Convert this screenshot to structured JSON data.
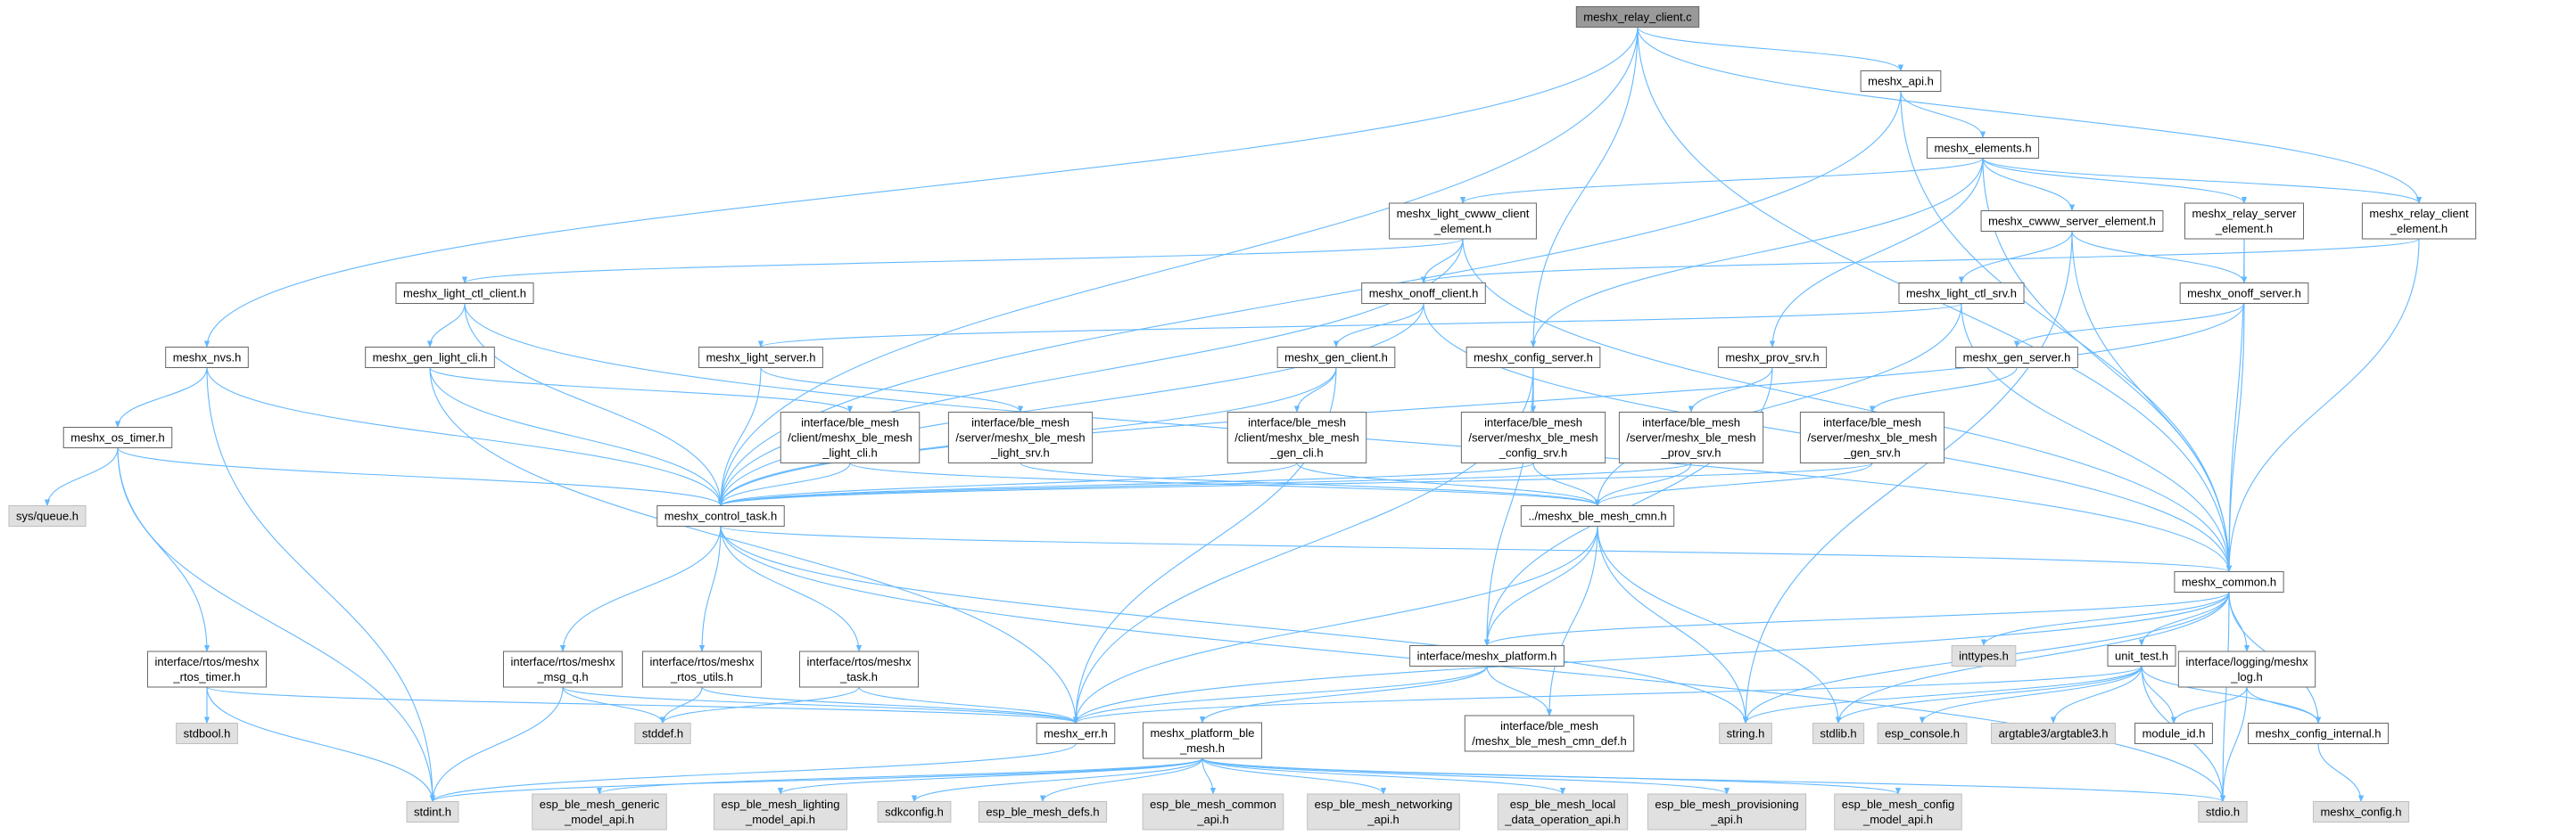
{
  "graph": {
    "root": "n0",
    "colors": {
      "edge": "#63b8ff",
      "box_border": "#666666",
      "box_fill": "#ffffff",
      "root_fill": "#999999",
      "external_fill": "#e0e0e0",
      "text": "#000000"
    },
    "nodes": [
      {
        "id": "n0",
        "lines": [
          "meshx_relay_client.c"
        ],
        "kind": "root"
      },
      {
        "id": "n1",
        "lines": [
          "meshx_api.h"
        ],
        "kind": "file"
      },
      {
        "id": "n2",
        "lines": [
          "meshx_elements.h"
        ],
        "kind": "file"
      },
      {
        "id": "n3",
        "lines": [
          "meshx_light_cwww_client",
          "_element.h"
        ],
        "kind": "file"
      },
      {
        "id": "n4",
        "lines": [
          "meshx_cwww_server_element.h"
        ],
        "kind": "file"
      },
      {
        "id": "n5",
        "lines": [
          "meshx_relay_server",
          "_element.h"
        ],
        "kind": "file"
      },
      {
        "id": "n6",
        "lines": [
          "meshx_relay_client",
          "_element.h"
        ],
        "kind": "file"
      },
      {
        "id": "n7",
        "lines": [
          "meshx_light_ctl_client.h"
        ],
        "kind": "file"
      },
      {
        "id": "n8",
        "lines": [
          "meshx_onoff_client.h"
        ],
        "kind": "file"
      },
      {
        "id": "n9",
        "lines": [
          "meshx_light_ctl_srv.h"
        ],
        "kind": "file"
      },
      {
        "id": "n10",
        "lines": [
          "meshx_onoff_server.h"
        ],
        "kind": "file"
      },
      {
        "id": "n11",
        "lines": [
          "meshx_nvs.h"
        ],
        "kind": "file"
      },
      {
        "id": "n12",
        "lines": [
          "meshx_gen_light_cli.h"
        ],
        "kind": "file"
      },
      {
        "id": "n13",
        "lines": [
          "meshx_light_server.h"
        ],
        "kind": "file"
      },
      {
        "id": "n14",
        "lines": [
          "meshx_gen_client.h"
        ],
        "kind": "file"
      },
      {
        "id": "n15",
        "lines": [
          "meshx_config_server.h"
        ],
        "kind": "file"
      },
      {
        "id": "n16",
        "lines": [
          "meshx_prov_srv.h"
        ],
        "kind": "file"
      },
      {
        "id": "n17",
        "lines": [
          "meshx_gen_server.h"
        ],
        "kind": "file"
      },
      {
        "id": "n18",
        "lines": [
          "meshx_os_timer.h"
        ],
        "kind": "file"
      },
      {
        "id": "n19",
        "lines": [
          "interface/ble_mesh",
          "/client/meshx_ble_mesh",
          "_light_cli.h"
        ],
        "kind": "file"
      },
      {
        "id": "n20",
        "lines": [
          "interface/ble_mesh",
          "/server/meshx_ble_mesh",
          "_light_srv.h"
        ],
        "kind": "file"
      },
      {
        "id": "n21",
        "lines": [
          "interface/ble_mesh",
          "/client/meshx_ble_mesh",
          "_gen_cli.h"
        ],
        "kind": "file"
      },
      {
        "id": "n22",
        "lines": [
          "interface/ble_mesh",
          "/server/meshx_ble_mesh",
          "_config_srv.h"
        ],
        "kind": "file"
      },
      {
        "id": "n23",
        "lines": [
          "interface/ble_mesh",
          "/server/meshx_ble_mesh",
          "_prov_srv.h"
        ],
        "kind": "file"
      },
      {
        "id": "n24",
        "lines": [
          "interface/ble_mesh",
          "/server/meshx_ble_mesh",
          "_gen_srv.h"
        ],
        "kind": "file"
      },
      {
        "id": "n25",
        "lines": [
          "sys/queue.h"
        ],
        "kind": "external"
      },
      {
        "id": "n26",
        "lines": [
          "meshx_control_task.h"
        ],
        "kind": "file"
      },
      {
        "id": "n27",
        "lines": [
          "../meshx_ble_mesh_cmn.h"
        ],
        "kind": "file"
      },
      {
        "id": "n28",
        "lines": [
          "meshx_common.h"
        ],
        "kind": "file"
      },
      {
        "id": "n29",
        "lines": [
          "interface/rtos/meshx",
          "_rtos_timer.h"
        ],
        "kind": "file"
      },
      {
        "id": "n30",
        "lines": [
          "interface/rtos/meshx",
          "_msg_q.h"
        ],
        "kind": "file"
      },
      {
        "id": "n31",
        "lines": [
          "interface/rtos/meshx",
          "_rtos_utils.h"
        ],
        "kind": "file"
      },
      {
        "id": "n32",
        "lines": [
          "interface/rtos/meshx",
          "_task.h"
        ],
        "kind": "file"
      },
      {
        "id": "n33",
        "lines": [
          "interface/meshx_platform.h"
        ],
        "kind": "file"
      },
      {
        "id": "n34",
        "lines": [
          "inttypes.h"
        ],
        "kind": "external"
      },
      {
        "id": "n35",
        "lines": [
          "unit_test.h"
        ],
        "kind": "file"
      },
      {
        "id": "n36",
        "lines": [
          "interface/logging/meshx",
          "_log.h"
        ],
        "kind": "file"
      },
      {
        "id": "n37",
        "lines": [
          "stdbool.h"
        ],
        "kind": "external"
      },
      {
        "id": "n38",
        "lines": [
          "stddef.h"
        ],
        "kind": "external"
      },
      {
        "id": "n39",
        "lines": [
          "meshx_err.h"
        ],
        "kind": "file"
      },
      {
        "id": "n40",
        "lines": [
          "string.h"
        ],
        "kind": "external"
      },
      {
        "id": "n41",
        "lines": [
          "stdlib.h"
        ],
        "kind": "external"
      },
      {
        "id": "n42",
        "lines": [
          "interface/ble_mesh",
          "/meshx_ble_mesh_cmn_def.h"
        ],
        "kind": "file"
      },
      {
        "id": "n43",
        "lines": [
          "esp_console.h"
        ],
        "kind": "external"
      },
      {
        "id": "n44",
        "lines": [
          "argtable3/argtable3.h"
        ],
        "kind": "external"
      },
      {
        "id": "n45",
        "lines": [
          "module_id.h"
        ],
        "kind": "file"
      },
      {
        "id": "n46",
        "lines": [
          "meshx_config_internal.h"
        ],
        "kind": "file"
      },
      {
        "id": "n47",
        "lines": [
          "meshx_platform_ble",
          "_mesh.h"
        ],
        "kind": "file"
      },
      {
        "id": "n48",
        "lines": [
          "stdint.h"
        ],
        "kind": "external"
      },
      {
        "id": "n49",
        "lines": [
          "esp_ble_mesh_generic",
          "_model_api.h"
        ],
        "kind": "external"
      },
      {
        "id": "n50",
        "lines": [
          "esp_ble_mesh_lighting",
          "_model_api.h"
        ],
        "kind": "external"
      },
      {
        "id": "n51",
        "lines": [
          "sdkconfig.h"
        ],
        "kind": "external"
      },
      {
        "id": "n52",
        "lines": [
          "esp_ble_mesh_defs.h"
        ],
        "kind": "external"
      },
      {
        "id": "n53",
        "lines": [
          "esp_ble_mesh_common",
          "_api.h"
        ],
        "kind": "external"
      },
      {
        "id": "n54",
        "lines": [
          "esp_ble_mesh_networking",
          "_api.h"
        ],
        "kind": "external"
      },
      {
        "id": "n55",
        "lines": [
          "esp_ble_mesh_local",
          "_data_operation_api.h"
        ],
        "kind": "external"
      },
      {
        "id": "n56",
        "lines": [
          "esp_ble_mesh_provisioning",
          "_api.h"
        ],
        "kind": "external"
      },
      {
        "id": "n57",
        "lines": [
          "esp_ble_mesh_config",
          "_model_api.h"
        ],
        "kind": "external"
      },
      {
        "id": "n58",
        "lines": [
          "stdio.h"
        ],
        "kind": "external"
      },
      {
        "id": "n59",
        "lines": [
          "meshx_config.h"
        ],
        "kind": "external"
      }
    ],
    "edges": [
      [
        "n0",
        "n1"
      ],
      [
        "n0",
        "n6"
      ],
      [
        "n0",
        "n28"
      ],
      [
        "n0",
        "n15"
      ],
      [
        "n0",
        "n11"
      ],
      [
        "n0",
        "n26"
      ],
      [
        "n1",
        "n2"
      ],
      [
        "n1",
        "n26"
      ],
      [
        "n1",
        "n28"
      ],
      [
        "n2",
        "n3"
      ],
      [
        "n2",
        "n4"
      ],
      [
        "n2",
        "n5"
      ],
      [
        "n2",
        "n6"
      ],
      [
        "n2",
        "n15"
      ],
      [
        "n2",
        "n16"
      ],
      [
        "n2",
        "n28"
      ],
      [
        "n3",
        "n7"
      ],
      [
        "n3",
        "n8"
      ],
      [
        "n3",
        "n26"
      ],
      [
        "n3",
        "n28"
      ],
      [
        "n4",
        "n9"
      ],
      [
        "n4",
        "n10"
      ],
      [
        "n4",
        "n28"
      ],
      [
        "n4",
        "n40"
      ],
      [
        "n5",
        "n10"
      ],
      [
        "n5",
        "n28"
      ],
      [
        "n6",
        "n8"
      ],
      [
        "n6",
        "n28"
      ],
      [
        "n7",
        "n12"
      ],
      [
        "n7",
        "n26"
      ],
      [
        "n7",
        "n28"
      ],
      [
        "n8",
        "n14"
      ],
      [
        "n8",
        "n26"
      ],
      [
        "n8",
        "n28"
      ],
      [
        "n9",
        "n13"
      ],
      [
        "n9",
        "n27"
      ],
      [
        "n9",
        "n28"
      ],
      [
        "n10",
        "n17"
      ],
      [
        "n10",
        "n26"
      ],
      [
        "n10",
        "n28"
      ],
      [
        "n11",
        "n18"
      ],
      [
        "n11",
        "n26"
      ],
      [
        "n11",
        "n48"
      ],
      [
        "n12",
        "n19"
      ],
      [
        "n12",
        "n26"
      ],
      [
        "n12",
        "n39"
      ],
      [
        "n13",
        "n20"
      ],
      [
        "n13",
        "n26"
      ],
      [
        "n14",
        "n21"
      ],
      [
        "n14",
        "n26"
      ],
      [
        "n14",
        "n39"
      ],
      [
        "n15",
        "n22"
      ],
      [
        "n15",
        "n33"
      ],
      [
        "n15",
        "n39"
      ],
      [
        "n16",
        "n23"
      ],
      [
        "n16",
        "n33"
      ],
      [
        "n17",
        "n24"
      ],
      [
        "n18",
        "n25"
      ],
      [
        "n18",
        "n26"
      ],
      [
        "n18",
        "n29"
      ],
      [
        "n18",
        "n48"
      ],
      [
        "n19",
        "n26"
      ],
      [
        "n19",
        "n27"
      ],
      [
        "n20",
        "n27"
      ],
      [
        "n21",
        "n26"
      ],
      [
        "n21",
        "n27"
      ],
      [
        "n22",
        "n26"
      ],
      [
        "n22",
        "n27"
      ],
      [
        "n23",
        "n26"
      ],
      [
        "n23",
        "n27"
      ],
      [
        "n24",
        "n26"
      ],
      [
        "n24",
        "n27"
      ],
      [
        "n26",
        "n28"
      ],
      [
        "n26",
        "n30"
      ],
      [
        "n26",
        "n31"
      ],
      [
        "n26",
        "n32"
      ],
      [
        "n26",
        "n40"
      ],
      [
        "n26",
        "n58"
      ],
      [
        "n27",
        "n33"
      ],
      [
        "n27",
        "n39"
      ],
      [
        "n27",
        "n40"
      ],
      [
        "n27",
        "n41"
      ],
      [
        "n27",
        "n42"
      ],
      [
        "n28",
        "n33"
      ],
      [
        "n28",
        "n34"
      ],
      [
        "n28",
        "n35"
      ],
      [
        "n28",
        "n36"
      ],
      [
        "n28",
        "n39"
      ],
      [
        "n28",
        "n40"
      ],
      [
        "n28",
        "n41"
      ],
      [
        "n28",
        "n46"
      ],
      [
        "n28",
        "n58"
      ],
      [
        "n29",
        "n37"
      ],
      [
        "n29",
        "n39"
      ],
      [
        "n29",
        "n48"
      ],
      [
        "n30",
        "n38"
      ],
      [
        "n30",
        "n39"
      ],
      [
        "n30",
        "n48"
      ],
      [
        "n31",
        "n38"
      ],
      [
        "n31",
        "n39"
      ],
      [
        "n32",
        "n38"
      ],
      [
        "n32",
        "n39"
      ],
      [
        "n33",
        "n39"
      ],
      [
        "n33",
        "n42"
      ],
      [
        "n33",
        "n47"
      ],
      [
        "n35",
        "n39"
      ],
      [
        "n35",
        "n40"
      ],
      [
        "n35",
        "n41"
      ],
      [
        "n35",
        "n43"
      ],
      [
        "n35",
        "n44"
      ],
      [
        "n35",
        "n45"
      ],
      [
        "n35",
        "n46"
      ],
      [
        "n35",
        "n58"
      ],
      [
        "n36",
        "n45"
      ],
      [
        "n36",
        "n46"
      ],
      [
        "n36",
        "n58"
      ],
      [
        "n39",
        "n48"
      ],
      [
        "n46",
        "n59"
      ],
      [
        "n47",
        "n48"
      ],
      [
        "n47",
        "n49"
      ],
      [
        "n47",
        "n50"
      ],
      [
        "n47",
        "n51"
      ],
      [
        "n47",
        "n52"
      ],
      [
        "n47",
        "n53"
      ],
      [
        "n47",
        "n54"
      ],
      [
        "n47",
        "n55"
      ],
      [
        "n47",
        "n56"
      ],
      [
        "n47",
        "n57"
      ],
      [
        "n47",
        "n58"
      ]
    ]
  }
}
